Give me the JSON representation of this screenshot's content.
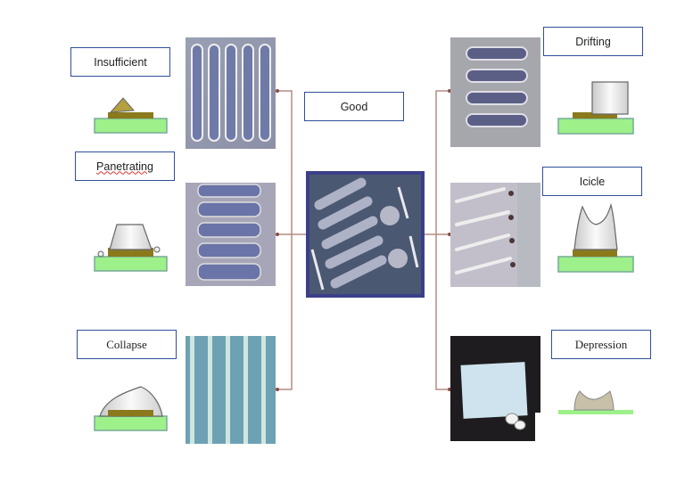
{
  "center": {
    "label": "Good"
  },
  "left_defects": [
    {
      "label": "Insufficient"
    },
    {
      "label": "Panetrating"
    },
    {
      "label": "Collapse"
    }
  ],
  "right_defects": [
    {
      "label": "Drifting"
    },
    {
      "label": "Icicle"
    },
    {
      "label": "Depression"
    }
  ],
  "colors": {
    "label_border": "#2f4f9a",
    "connector": "#b58b86",
    "pad_green": "#9ef08a",
    "solder_gold": "#8a7a1c"
  }
}
